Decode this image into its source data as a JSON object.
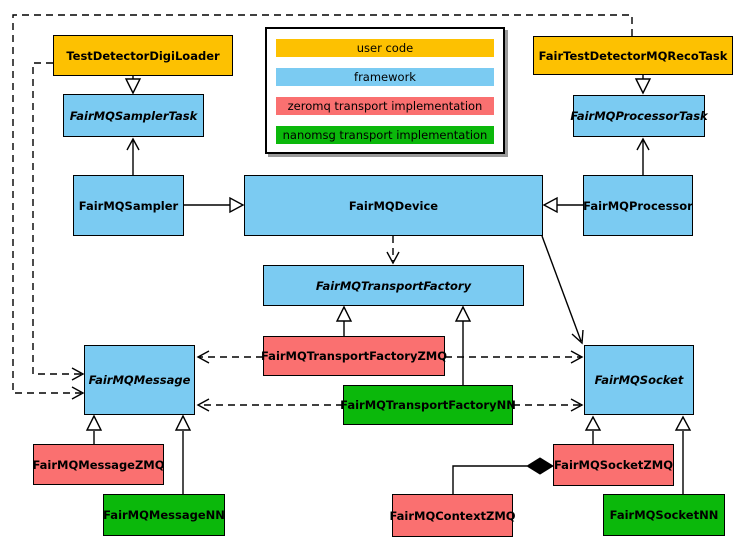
{
  "colors": {
    "user_code": "#FDC101",
    "framework": "#7BCBF2",
    "zeromq": "#FA7070",
    "nanomsg": "#0BB80B",
    "line": "#000000",
    "legend_shadow": "#9a9a9a"
  },
  "legend": {
    "items": [
      {
        "label": "user code",
        "color": "#FDC101"
      },
      {
        "label": "framework",
        "color": "#7BCBF2"
      },
      {
        "label": "zeromq transport implementation",
        "color": "#FA7070"
      },
      {
        "label": "nanomsg transport implementation",
        "color": "#0BB80B"
      }
    ]
  },
  "nodes": {
    "test_detector_digi_loader": {
      "label": "TestDetectorDigiLoader",
      "category": "user code",
      "abstract": false
    },
    "fair_test_detector_mq_reco_task": {
      "label": "FairTestDetectorMQRecoTask",
      "category": "user code",
      "abstract": false
    },
    "fair_mq_sampler_task": {
      "label": "FairMQSamplerTask",
      "category": "framework",
      "abstract": true
    },
    "fair_mq_processor_task": {
      "label": "FairMQProcessorTask",
      "category": "framework",
      "abstract": true
    },
    "fair_mq_sampler": {
      "label": "FairMQSampler",
      "category": "framework",
      "abstract": false
    },
    "fair_mq_device": {
      "label": "FairMQDevice",
      "category": "framework",
      "abstract": false
    },
    "fair_mq_processor": {
      "label": "FairMQProcessor",
      "category": "framework",
      "abstract": false
    },
    "fair_mq_transport_factory": {
      "label": "FairMQTransportFactory",
      "category": "framework",
      "abstract": true
    },
    "fair_mq_transport_factory_zmq": {
      "label": "FairMQTransportFactoryZMQ",
      "category": "zeromq",
      "abstract": false
    },
    "fair_mq_transport_factory_nn": {
      "label": "FairMQTransportFactoryNN",
      "category": "nanomsg",
      "abstract": false
    },
    "fair_mq_message": {
      "label": "FairMQMessage",
      "category": "framework",
      "abstract": true
    },
    "fair_mq_socket": {
      "label": "FairMQSocket",
      "category": "framework",
      "abstract": true
    },
    "fair_mq_message_zmq": {
      "label": "FairMQMessageZMQ",
      "category": "zeromq",
      "abstract": false
    },
    "fair_mq_message_nn": {
      "label": "FairMQMessageNN",
      "category": "nanomsg",
      "abstract": false
    },
    "fair_mq_socket_zmq": {
      "label": "FairMQSocketZMQ",
      "category": "zeromq",
      "abstract": false
    },
    "fair_mq_socket_nn": {
      "label": "FairMQSocketNN",
      "category": "nanomsg",
      "abstract": false
    },
    "fair_mq_context_zmq": {
      "label": "FairMQContextZMQ",
      "category": "zeromq",
      "abstract": false
    }
  },
  "edges": [
    {
      "from": "TestDetectorDigiLoader",
      "to": "FairMQSamplerTask",
      "style": "solid",
      "head": "hollow-triangle"
    },
    {
      "from": "FairMQSampler",
      "to": "FairMQSamplerTask",
      "style": "solid",
      "head": "open-arrow"
    },
    {
      "from": "FairMQSampler",
      "to": "FairMQDevice",
      "style": "solid",
      "head": "hollow-triangle"
    },
    {
      "from": "FairTestDetectorMQRecoTask",
      "to": "FairMQProcessorTask",
      "style": "solid",
      "head": "hollow-triangle"
    },
    {
      "from": "FairMQProcessor",
      "to": "FairMQProcessorTask",
      "style": "solid",
      "head": "open-arrow"
    },
    {
      "from": "FairMQProcessor",
      "to": "FairMQDevice",
      "style": "solid",
      "head": "hollow-triangle"
    },
    {
      "from": "FairMQDevice",
      "to": "FairMQTransportFactory",
      "style": "dashed",
      "head": "open-arrow"
    },
    {
      "from": "FairMQDevice",
      "to": "FairMQSocket",
      "style": "solid",
      "head": "open-arrow"
    },
    {
      "from": "TestDetectorDigiLoader",
      "to": "FairMQMessage",
      "style": "dashed",
      "head": "open-arrow"
    },
    {
      "from": "FairTestDetectorMQRecoTask",
      "to": "FairMQMessage",
      "style": "dashed",
      "head": "open-arrow"
    },
    {
      "from": "FairMQTransportFactoryZMQ",
      "to": "FairMQTransportFactory",
      "style": "solid",
      "head": "hollow-triangle"
    },
    {
      "from": "FairMQTransportFactoryNN",
      "to": "FairMQTransportFactory",
      "style": "solid",
      "head": "hollow-triangle"
    },
    {
      "from": "FairMQTransportFactoryZMQ",
      "to": "FairMQMessage",
      "style": "dashed",
      "head": "open-arrow"
    },
    {
      "from": "FairMQTransportFactoryZMQ",
      "to": "FairMQSocket",
      "style": "dashed",
      "head": "open-arrow"
    },
    {
      "from": "FairMQTransportFactoryNN",
      "to": "FairMQMessage",
      "style": "dashed",
      "head": "open-arrow"
    },
    {
      "from": "FairMQTransportFactoryNN",
      "to": "FairMQSocket",
      "style": "dashed",
      "head": "open-arrow"
    },
    {
      "from": "FairMQMessageZMQ",
      "to": "FairMQMessage",
      "style": "solid",
      "head": "hollow-triangle"
    },
    {
      "from": "FairMQMessageNN",
      "to": "FairMQMessage",
      "style": "solid",
      "head": "hollow-triangle"
    },
    {
      "from": "FairMQSocketZMQ",
      "to": "FairMQSocket",
      "style": "solid",
      "head": "hollow-triangle"
    },
    {
      "from": "FairMQSocketNN",
      "to": "FairMQSocket",
      "style": "solid",
      "head": "hollow-triangle"
    },
    {
      "from": "FairMQContextZMQ",
      "to": "FairMQSocketZMQ",
      "style": "solid",
      "head": "filled-diamond"
    }
  ]
}
